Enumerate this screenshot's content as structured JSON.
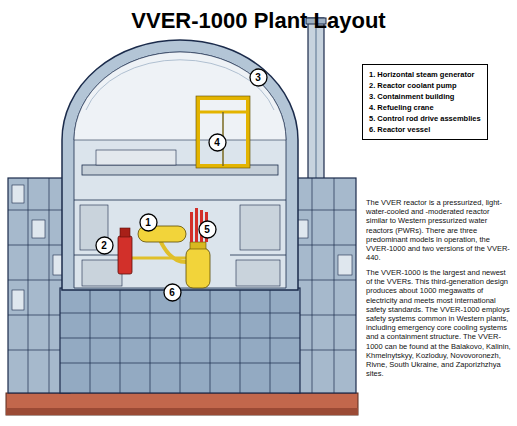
{
  "diagram": {
    "title": "VVER-1000 Plant Layout",
    "nodes": [
      {
        "text": [
          "1. Horizontal steam generator",
          "2. Reactor coolant pump",
          "3. Containment building",
          "4. Refueling crane",
          "5. Control rod drive assemblies",
          "6. Reactor vessel"
        ]
      },
      {
        "text": [
          "1"
        ]
      },
      {
        "text": [
          "2"
        ]
      },
      {
        "text": [
          "3"
        ]
      },
      {
        "text": [
          "4"
        ]
      },
      {
        "text": [
          "5"
        ]
      },
      {
        "text": [
          "6"
        ]
      }
    ],
    "labels": [
      "The VVER reactor is a pressurized, light-water-cooled and -moderated reactor similar to Western pressurized water reactors (PWRs). There are three predominant models in operation, the VVER-1000 and two versions of the VVER-440.",
      "The VVER-1000 is the largest and newest of the VVERs. This third-generation design produces about 1000 megawatts of electricity and meets most international safety standards. The VVER-1000 employs safety systems common in Western plants, including emergency core cooling systems and a containment structure. The VVER-1000 can be found at the Balakovo, Kalinin, Khmelnytskyy, Kozloduy, Novovoronezh, Rivne, South Ukraine, and Zaporizhzhya sites."
    ]
  }
}
